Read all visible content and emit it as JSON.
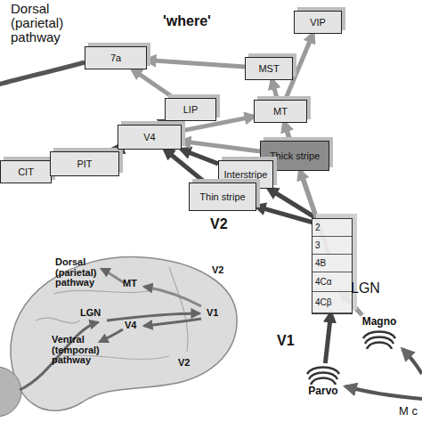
{
  "diagram": {
    "nodes": [
      {
        "text": [
          "VIP"
        ]
      },
      {
        "text": [
          "7a"
        ]
      },
      {
        "text": [
          "MST"
        ]
      },
      {
        "text": [
          "LIP"
        ]
      },
      {
        "text": [
          "MT"
        ]
      },
      {
        "text": [
          "CIT"
        ]
      },
      {
        "text": [
          "PIT"
        ]
      },
      {
        "text": [
          "V4"
        ]
      },
      {
        "text": [
          "Thick stripe"
        ]
      },
      {
        "text": [
          "Interstripe"
        ]
      },
      {
        "text": [
          "Thin stripe"
        ]
      },
      {
        "text": [
          "V1"
        ]
      },
      {
        "text": [
          "2"
        ],
        "in": 11
      },
      {
        "text": [
          "3"
        ],
        "in": 11
      },
      {
        "text": [
          "4B"
        ],
        "in": 11
      },
      {
        "text": [
          "4Cα"
        ],
        "in": 11
      },
      {
        "text": [
          "4Cβ"
        ],
        "in": 11
      },
      {
        "text": [
          "Magno"
        ]
      },
      {
        "text": [
          "Parvo"
        ]
      }
    ],
    "edges": [
      {
        "from": 18,
        "to": 16,
        "arrow": "to"
      },
      {
        "from": 17,
        "to": 15,
        "arrow": "to"
      },
      {
        "from": 12,
        "to": 10,
        "arrow": "to"
      },
      {
        "from": 12,
        "to": 9,
        "arrow": "to"
      },
      {
        "from": 14,
        "to": 8,
        "arrow": "to"
      },
      {
        "from": 14,
        "to": 4,
        "arrow": "to"
      },
      {
        "from": 10,
        "to": 7,
        "arrow": "to"
      },
      {
        "from": 9,
        "to": 7,
        "arrow": "to"
      },
      {
        "from": 8,
        "to": 4,
        "arrow": "to"
      },
      {
        "from": 8,
        "to": 7,
        "arrow": "to"
      },
      {
        "from": 7,
        "to": 6,
        "arrow": "to"
      },
      {
        "from": 6,
        "to": 5,
        "arrow": "to"
      },
      {
        "from": 7,
        "to": 3,
        "arrow": "to"
      },
      {
        "from": 7,
        "to": 4,
        "arrow": "to"
      },
      {
        "from": 4,
        "to": 2,
        "arrow": "to"
      },
      {
        "from": 4,
        "to": 0,
        "arrow": "to"
      },
      {
        "from": 2,
        "to": 1,
        "arrow": "to"
      },
      {
        "from": 3,
        "to": 1,
        "arrow": "to"
      },
      {
        "from": 6,
        "to": 3,
        "arrow": "to"
      }
    ],
    "labels": [
      "Dorsal (parietal) pathway",
      "'where'",
      "V2",
      "LGN",
      "M c",
      "Dorsal (parietal) pathway",
      "MT",
      "V2",
      "LGN",
      "V1",
      "V4",
      "Ventral (temporal) pathway",
      "V2"
    ]
  }
}
